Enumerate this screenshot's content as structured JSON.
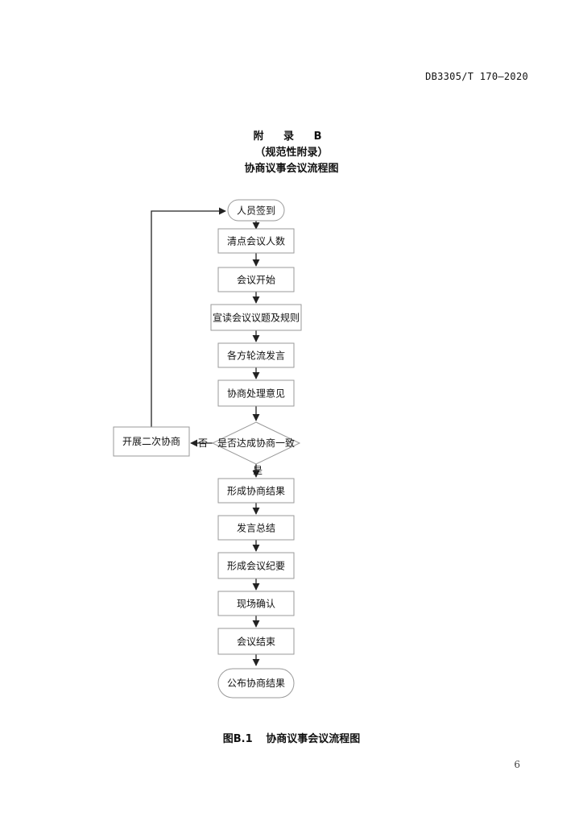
{
  "header": {
    "doc_code": "DB3305/T 170—2020"
  },
  "titles": {
    "appendix": "附 录 B",
    "type": "（规范性附录）",
    "name": "协商议事会议流程图"
  },
  "flow": {
    "steps": [
      "人员签到",
      "清点会议人数",
      "会议开始",
      "宣读会议议题及规则",
      "各方轮流发言",
      "协商处理意见",
      "是否达成协商一致",
      "形成协商结果",
      "发言总结",
      "形成会议纪要",
      "现场确认",
      "会议结束",
      "公布协商结果"
    ],
    "side_step": "开展二次协商",
    "label_no": "否",
    "label_yes": "是"
  },
  "caption": {
    "figure_no": "图B.1",
    "figure_title": "协商议事会议流程图"
  },
  "footer": {
    "page_number": "6"
  }
}
